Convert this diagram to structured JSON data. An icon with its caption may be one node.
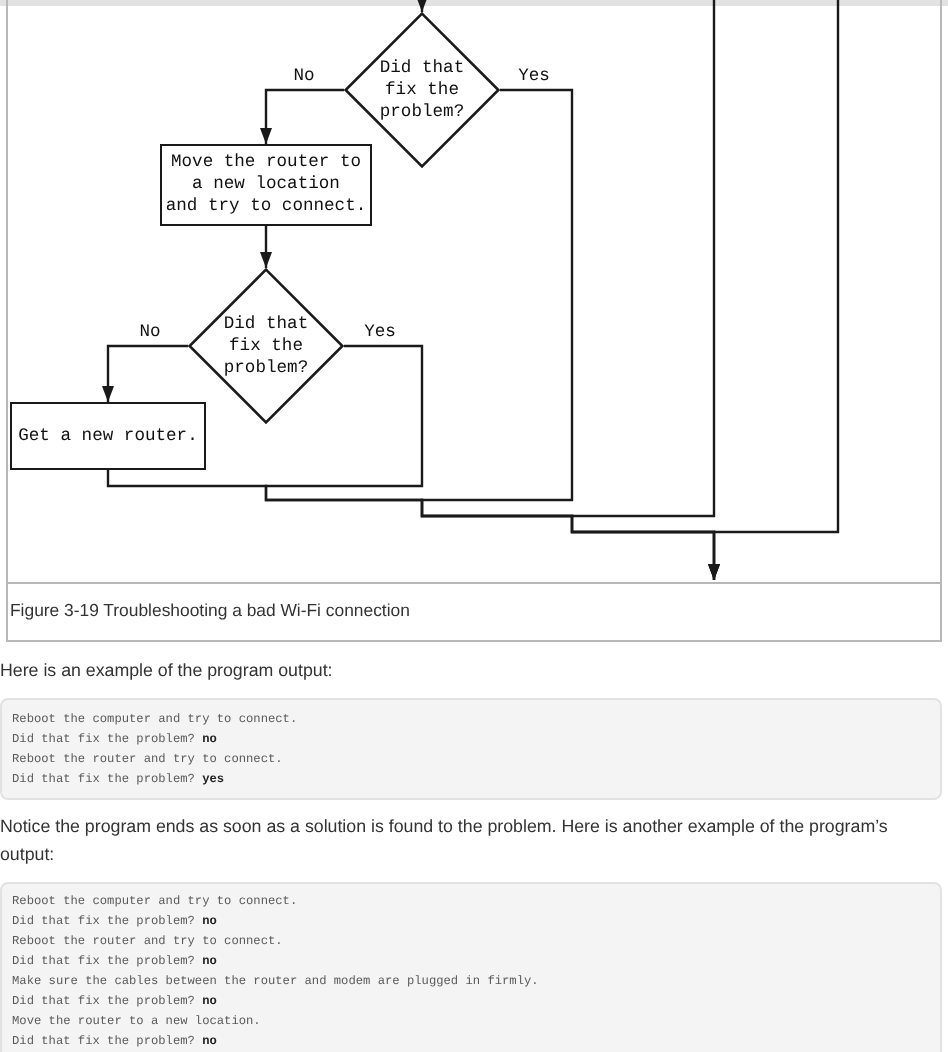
{
  "diagram": {
    "caption": "Figure 3-19 Troubleshooting a bad Wi-Fi connection",
    "nodes": [
      {
        "text": [
          "Did that fix the problem?"
        ]
      },
      {
        "text": [
          "Move the router to a new location and try to connect."
        ]
      },
      {
        "text": [
          "Did that fix the problem?"
        ]
      },
      {
        "text": [
          "Get a new router."
        ]
      }
    ],
    "edges": [
      {
        "from": null,
        "to": 0,
        "arrow": "to"
      },
      {
        "from": 0,
        "to": 1,
        "label": "No",
        "arrow": "to"
      },
      {
        "from": 1,
        "to": 2,
        "arrow": "to"
      },
      {
        "from": 2,
        "to": 3,
        "label": "No",
        "arrow": "to"
      },
      {
        "from": 0,
        "to": null,
        "label": "Yes",
        "arrow": "to"
      },
      {
        "from": 2,
        "to": null,
        "label": "Yes",
        "arrow": "to"
      },
      {
        "from": 3,
        "to": null,
        "arrow": "to"
      }
    ],
    "labels": [
      "Here is an example of the program output:",
      "Reboot the computer and try to connect.",
      "Did that fix the problem? **no**",
      "Reboot the router and try to connect.",
      "Did that fix the problem? **yes**",
      "Notice the program ends as soon as a solution is found to the problem. Here is another example of the program’s output:",
      "Reboot the computer and try to connect.",
      "Did that fix the problem? **no**",
      "Reboot the router and try to connect.",
      "Did that fix the problem? **no**",
      "Make sure the cables between the router and modem are plugged in firmly.",
      "Did that fix the problem? **no**",
      "Move the router to a new location.",
      "Did that fix the problem? **no**"
    ]
  }
}
